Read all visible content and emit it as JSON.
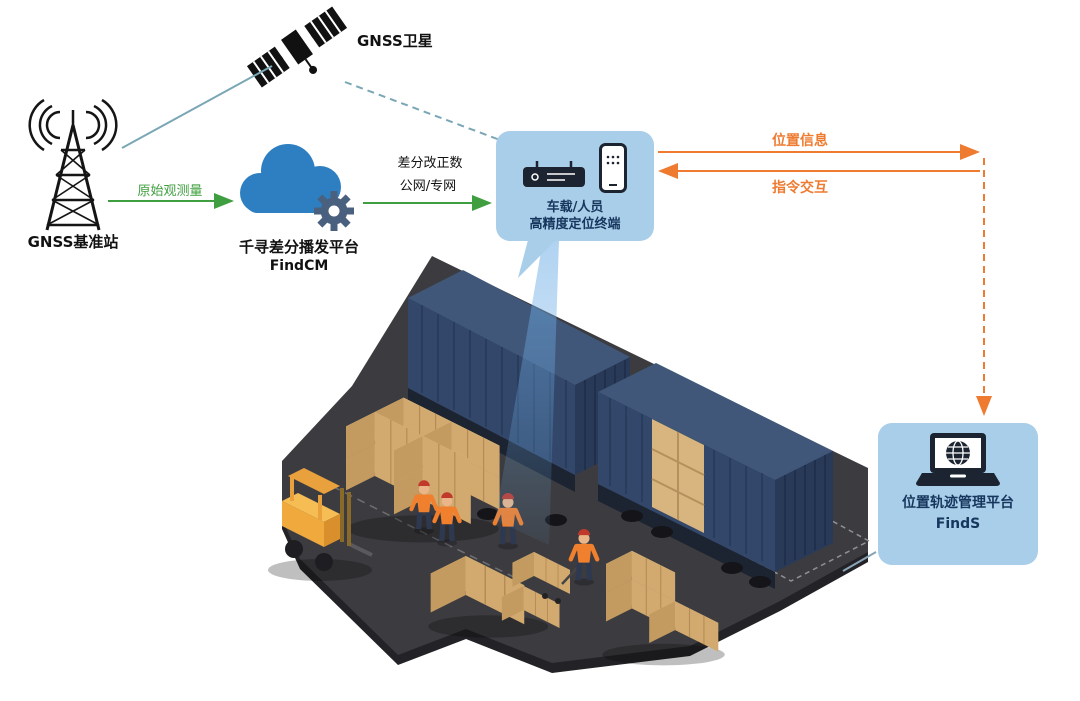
{
  "nodes": {
    "satellite": {
      "label": "GNSS卫星"
    },
    "base_station": {
      "label": "GNSS基准站"
    },
    "cloud_platform": {
      "name": "千寻差分播发平台",
      "product": "FindCM"
    },
    "terminal": {
      "line1": "车载/人员",
      "line2": "高精度定位终端"
    },
    "management_platform": {
      "name": "位置轨迹管理平台",
      "product": "FindS"
    }
  },
  "flows": {
    "raw_observation": "原始观测量",
    "correction_line1": "差分改正数",
    "correction_line2": "公网/专网",
    "position_info": "位置信息",
    "command_interaction": "指令交互"
  },
  "icons": {
    "satellite": "satellite-icon",
    "base_station": "radio-tower-icon",
    "cloud": "cloud-gear-icon",
    "terminal_device": "vehicle-terminal-icon",
    "smartphone": "smartphone-icon",
    "management": "laptop-globe-icon"
  },
  "colors": {
    "arrow_green": "#3f9e3f",
    "arrow_orange": "#ee7b30",
    "link_teal": "#7aa6b5",
    "cloud_blue": "#2e7fc2",
    "gear_blue": "#49607f",
    "panel_blue": "#a9cee9",
    "navy_text": "#17365d",
    "container_navy": "#32476a",
    "platform_gray": "#3c3c40",
    "crate_tan": "#d2a96e",
    "forklift_yellow": "#f0a93c"
  }
}
